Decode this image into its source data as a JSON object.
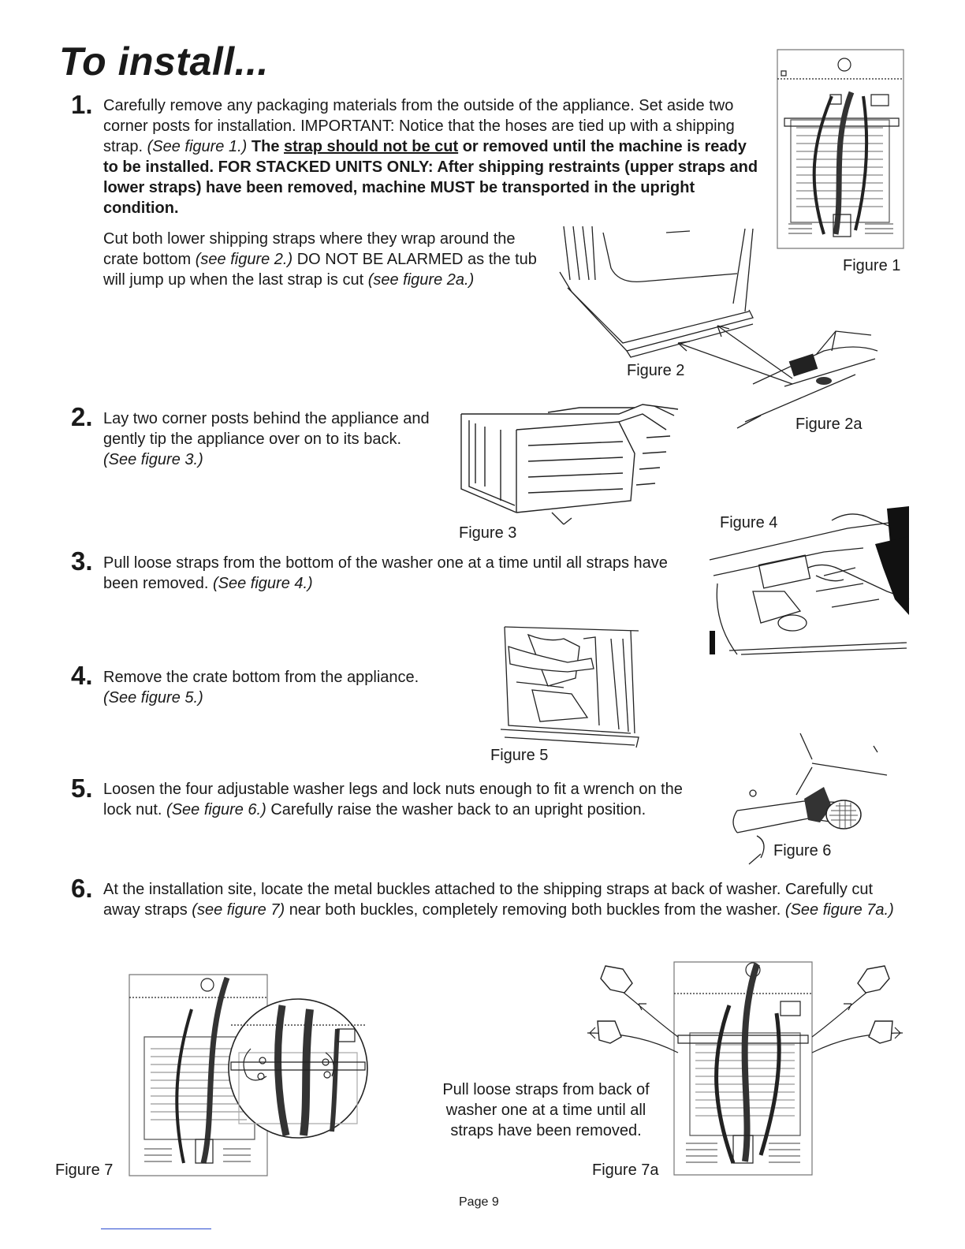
{
  "title": "To install...",
  "steps": [
    {
      "number": "1.",
      "p1": "Carefully remove any packaging materials from the outside of the appliance.  Set aside two corner posts for installation.  IMPORTANT: Notice that the hoses are tied up with a shipping strap.",
      "p1_ref": "(See figure 1.)",
      "p1_bold_a": "The",
      "p1_bold_u": "strap should not be cut",
      "p1_bold_b": "or removed until the machine is ready to be installed.  FOR STACKED UNITS ONLY:  After shipping restraints (upper straps and lower straps) have been removed, machine MUST be transported in the upright condition.",
      "p2_a": "Cut both lower shipping straps where they wrap around the crate bottom",
      "p2_ref1": "(see figure 2.)",
      "p2_b": "DO NOT BE ALARMED as the tub will jump up when the last strap is cut",
      "p2_ref2": "(see figure 2a.)"
    },
    {
      "number": "2.",
      "text": "Lay two corner posts behind the appliance and gently tip the appliance over on to its back.",
      "ref": "(See figure 3.)"
    },
    {
      "number": "3.",
      "text": "Pull loose straps from the bottom of the washer one at a time until all straps have been removed.",
      "ref": "(See figure 4.)"
    },
    {
      "number": "4.",
      "text": "Remove the crate bottom from the appliance.",
      "ref": "(See figure 5.)"
    },
    {
      "number": "5.",
      "text_a": "Loosen the four adjustable washer legs and lock nuts enough to fit a wrench on the lock nut.",
      "ref": "(See figure 6.)",
      "text_b": "Carefully raise the washer back to an upright position."
    },
    {
      "number": "6.",
      "text_a": "At the installation site, locate the metal buckles attached to the shipping straps at back of washer. Carefully cut away straps",
      "ref1": "(see figure 7)",
      "text_b": "near both buckles, completely removing both buckles from the washer.",
      "ref2": "(See figure 7a.)"
    }
  ],
  "figures": {
    "fig1": "Figure 1",
    "fig2": "Figure 2",
    "fig2a": "Figure 2a",
    "fig3": "Figure 3",
    "fig4": "Figure 4",
    "fig5": "Figure 5",
    "fig6": "Figure 6",
    "fig7": "Figure 7",
    "fig7a": "Figure 7a"
  },
  "fig7a_caption": "Pull loose straps from back of washer one at a time until all straps have been removed.",
  "page_label": "Page 9"
}
